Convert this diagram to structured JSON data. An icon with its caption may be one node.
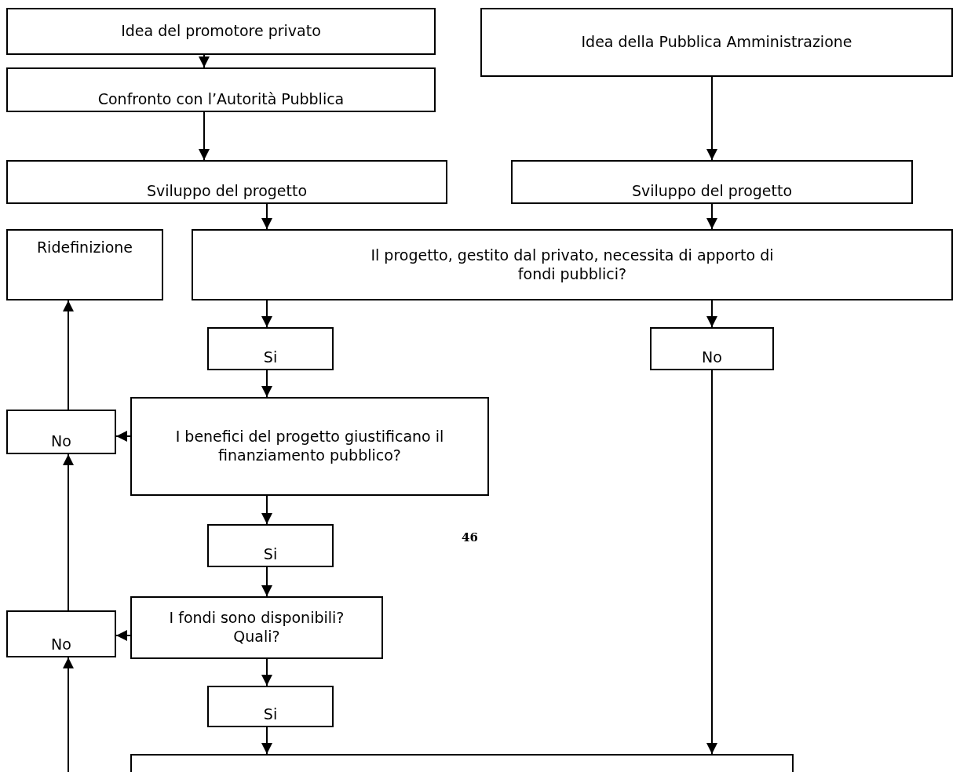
{
  "diagram": {
    "nodes": [
      {
        "text": [
          "Idea del promotore privato"
        ]
      },
      {
        "text": [
          "Idea della Pubblica Amministrazione"
        ]
      },
      {
        "text": [
          "Confronto con l’Autorità Pubblica"
        ]
      },
      {
        "text": [
          "Sviluppo del progetto"
        ]
      },
      {
        "text": [
          "Sviluppo del progetto"
        ]
      },
      {
        "text": [
          "Ridefinizione"
        ]
      },
      {
        "text": [
          "Il progetto, gestito dal privato, necessita di apporto di fondi pubblici?"
        ]
      },
      {
        "text": [
          "Si"
        ]
      },
      {
        "text": [
          "No"
        ]
      },
      {
        "text": [
          "I benefici del progetto giustificano il finanziamento pubblico?"
        ]
      },
      {
        "text": [
          "No"
        ]
      },
      {
        "text": [
          "Si"
        ]
      },
      {
        "text": [
          "I fondi sono disponibili? Quali?"
        ]
      },
      {
        "text": [
          "No"
        ]
      },
      {
        "text": [
          "Si"
        ]
      },
      {
        "text": [],
        "shape": "box"
      }
    ],
    "edges": [
      {
        "from": 0,
        "to": 2,
        "arrow": "to"
      },
      {
        "from": 2,
        "to": 3,
        "arrow": "to"
      },
      {
        "from": 1,
        "to": 4,
        "arrow": "to"
      },
      {
        "from": 3,
        "to": 6,
        "arrow": "to"
      },
      {
        "from": 4,
        "to": 6,
        "arrow": "to"
      },
      {
        "from": 6,
        "to": 7,
        "arrow": "to"
      },
      {
        "from": 6,
        "to": 8,
        "arrow": "to"
      },
      {
        "from": 7,
        "to": 9,
        "arrow": "to"
      },
      {
        "from": 9,
        "to": 10,
        "arrow": "to"
      },
      {
        "from": 10,
        "to": 5,
        "arrow": "to"
      },
      {
        "from": 9,
        "to": 11,
        "arrow": "to"
      },
      {
        "from": 11,
        "to": 12,
        "arrow": "to"
      },
      {
        "from": 12,
        "to": 13,
        "arrow": "to"
      },
      {
        "from": 13,
        "to": 10,
        "arrow": "to"
      },
      {
        "from": 12,
        "to": 14,
        "arrow": "to"
      },
      {
        "from": 14,
        "to": 15,
        "arrow": "to"
      },
      {
        "from": 8,
        "to": 15,
        "arrow": "to"
      },
      {
        "from": null,
        "to": 13,
        "arrow": "to"
      }
    ],
    "labels": [
      "46"
    ]
  }
}
